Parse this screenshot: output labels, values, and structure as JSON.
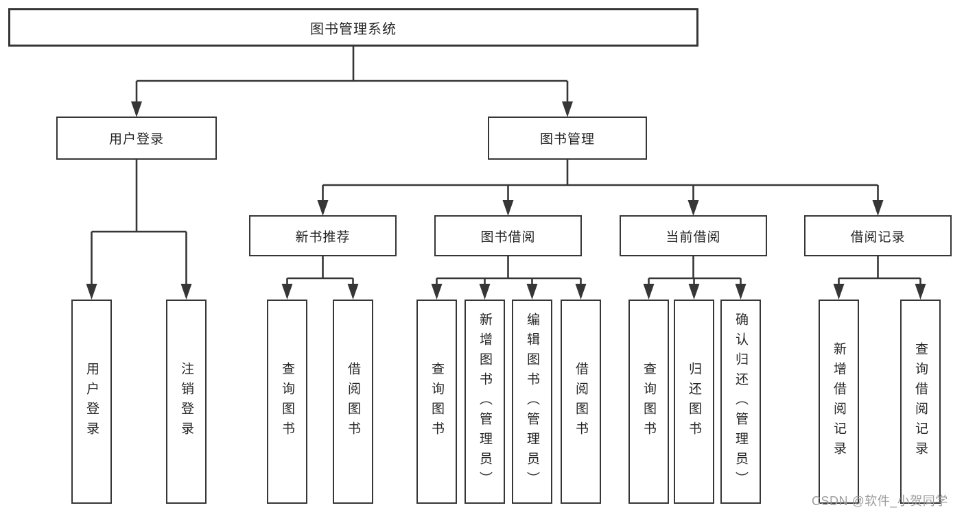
{
  "colors": {
    "line": "#363636",
    "text": "#262626",
    "box_background": "#ffffff",
    "page_background": "#ffffff",
    "watermark": "#9d9d9d"
  },
  "tree": {
    "root": "图书管理系统",
    "children": [
      {
        "label": "用户登录",
        "leaves": [
          "用户登录",
          "注销登录"
        ]
      },
      {
        "label": "图书管理",
        "children": [
          {
            "label": "新书推荐",
            "leaves": [
              "查询图书",
              "借阅图书"
            ]
          },
          {
            "label": "图书借阅",
            "leaves": [
              "查询图书",
              "新增图书（管理员）",
              "编辑图书（管理员）",
              "借阅图书"
            ]
          },
          {
            "label": "当前借阅",
            "leaves": [
              "查询图书",
              "归还图书",
              "确认归还（管理员）"
            ]
          },
          {
            "label": "借阅记录",
            "leaves": [
              "新增借阅记录",
              "查询借阅记录"
            ]
          }
        ]
      }
    ]
  },
  "watermark": {
    "text": "CSDN @软件_小贺同学"
  }
}
